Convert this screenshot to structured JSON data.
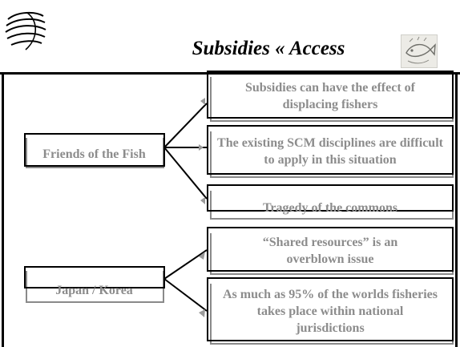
{
  "header": {
    "title": "Subsidies «  Access",
    "logo_icon": "wto-globe-logo-icon",
    "image_icon": "fish-illustration-icon"
  },
  "groups": [
    {
      "label": "Friends of the Fish",
      "points": [
        "Subsidies can have the effect of displacing fishers",
        "The existing SCM disciplines are difficult to apply in this situation",
        "Tragedy of the commons"
      ]
    },
    {
      "label": "Japan / Korea",
      "points": [
        "“Shared resources” is an overblown issue",
        "As much as 95% of the worlds fisheries takes place within national jurisdictions"
      ]
    }
  ]
}
